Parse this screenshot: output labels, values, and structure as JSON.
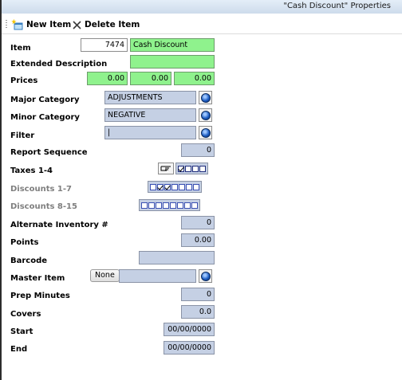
{
  "window": {
    "title": "\"Cash Discount\" Properties"
  },
  "toolbar": {
    "new_item": "New Item",
    "delete_item": "Delete Item"
  },
  "fields": {
    "item": {
      "label": "Item",
      "number": "7474",
      "name": "Cash Discount"
    },
    "extended_description": {
      "label": "Extended Description",
      "value": ""
    },
    "prices": {
      "label": "Prices",
      "values": [
        "0.00",
        "0.00",
        "0.00"
      ]
    },
    "major_category": {
      "label": "Major Category",
      "value": "ADJUSTMENTS"
    },
    "minor_category": {
      "label": "Minor Category",
      "value": "NEGATIVE"
    },
    "filter": {
      "label": "Filter",
      "value": "|"
    },
    "report_sequence": {
      "label": "Report Sequence",
      "value": "0"
    },
    "taxes": {
      "label": "Taxes 1-4",
      "checked": [
        true,
        false,
        false,
        false
      ]
    },
    "discounts_1_7": {
      "label": "Discounts 1-7",
      "checked": [
        false,
        true,
        true,
        false,
        false,
        false,
        false
      ]
    },
    "discounts_8_15": {
      "label": "Discounts 8-15",
      "checked": [
        false,
        false,
        false,
        false,
        false,
        false,
        false,
        false
      ]
    },
    "alternate_inventory": {
      "label": "Alternate Inventory #",
      "value": "0"
    },
    "points": {
      "label": "Points",
      "value": "0.00"
    },
    "barcode": {
      "label": "Barcode",
      "value": ""
    },
    "master_item": {
      "label": "Master Item",
      "button": "None",
      "value": ""
    },
    "prep_minutes": {
      "label": "Prep Minutes",
      "value": "0"
    },
    "covers": {
      "label": "Covers",
      "value": "0.0"
    },
    "start": {
      "label": "Start",
      "value": "00/00/0000"
    },
    "end": {
      "label": "End",
      "value": "00/00/0000"
    }
  },
  "colors": {
    "required_field": "#8ff28d",
    "field": "#c5d0e4",
    "lookup_orb": "#1f5fc4"
  },
  "icons": {
    "new_item": "new-item-icon",
    "delete_item": "delete-x-icon",
    "lookup": "lookup-orb-icon",
    "tax_pointer": "pointing-hand-icon"
  }
}
